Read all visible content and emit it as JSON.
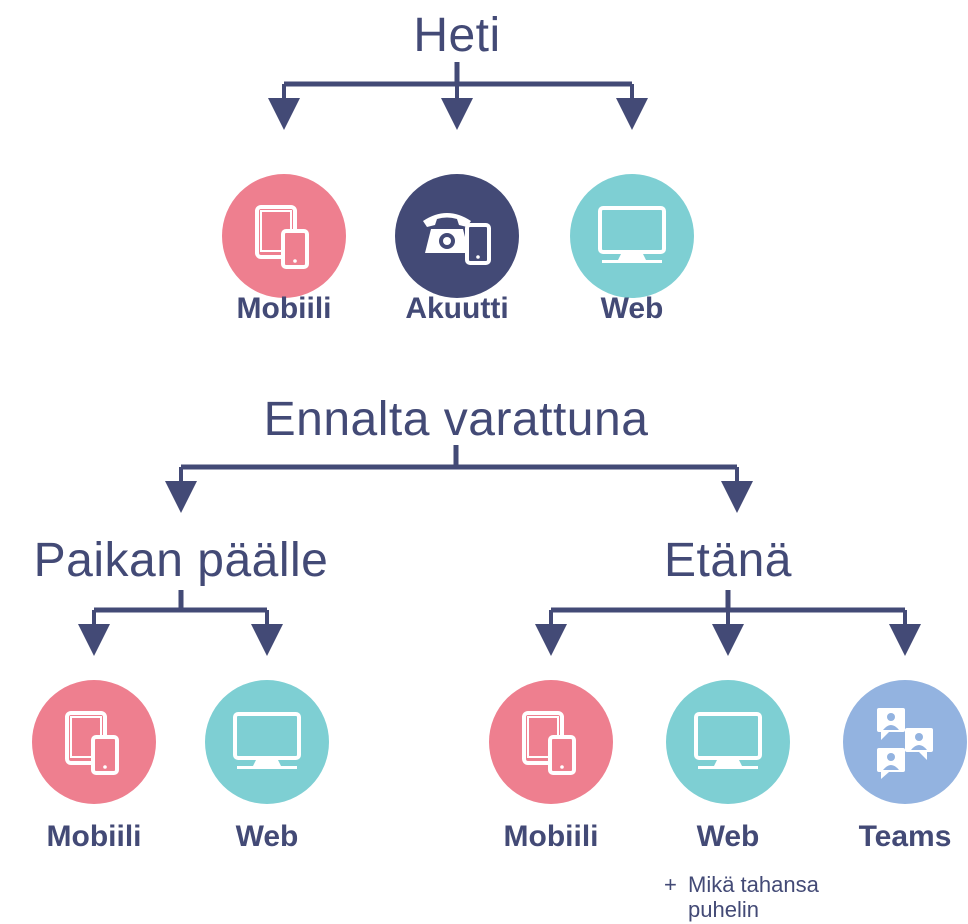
{
  "colors": {
    "navy": "#434a76",
    "pink": "#ee7f8f",
    "teal": "#7ecfd3",
    "blue": "#93b3e0",
    "icon": "#ffffff"
  },
  "heti": {
    "title": "Heti",
    "items": [
      {
        "label": "Mobiili",
        "icon": "tablet-phone-icon"
      },
      {
        "label": "Akuutti",
        "icon": "telephone-phone-icon"
      },
      {
        "label": "Web",
        "icon": "monitor-icon"
      }
    ]
  },
  "ennalta": {
    "title": "Ennalta varattuna"
  },
  "paikan": {
    "title": "Paikan päälle",
    "items": [
      {
        "label": "Mobiili",
        "icon": "tablet-phone-icon"
      },
      {
        "label": "Web",
        "icon": "monitor-icon"
      }
    ]
  },
  "etana": {
    "title": "Etänä",
    "items": [
      {
        "label": "Mobiili",
        "icon": "tablet-phone-icon"
      },
      {
        "label": "Web",
        "icon": "monitor-icon"
      },
      {
        "label": "Teams",
        "icon": "teams-chat-icon"
      }
    ],
    "note_plus": "+",
    "note_text": "Mikä tahansa puhelin"
  }
}
